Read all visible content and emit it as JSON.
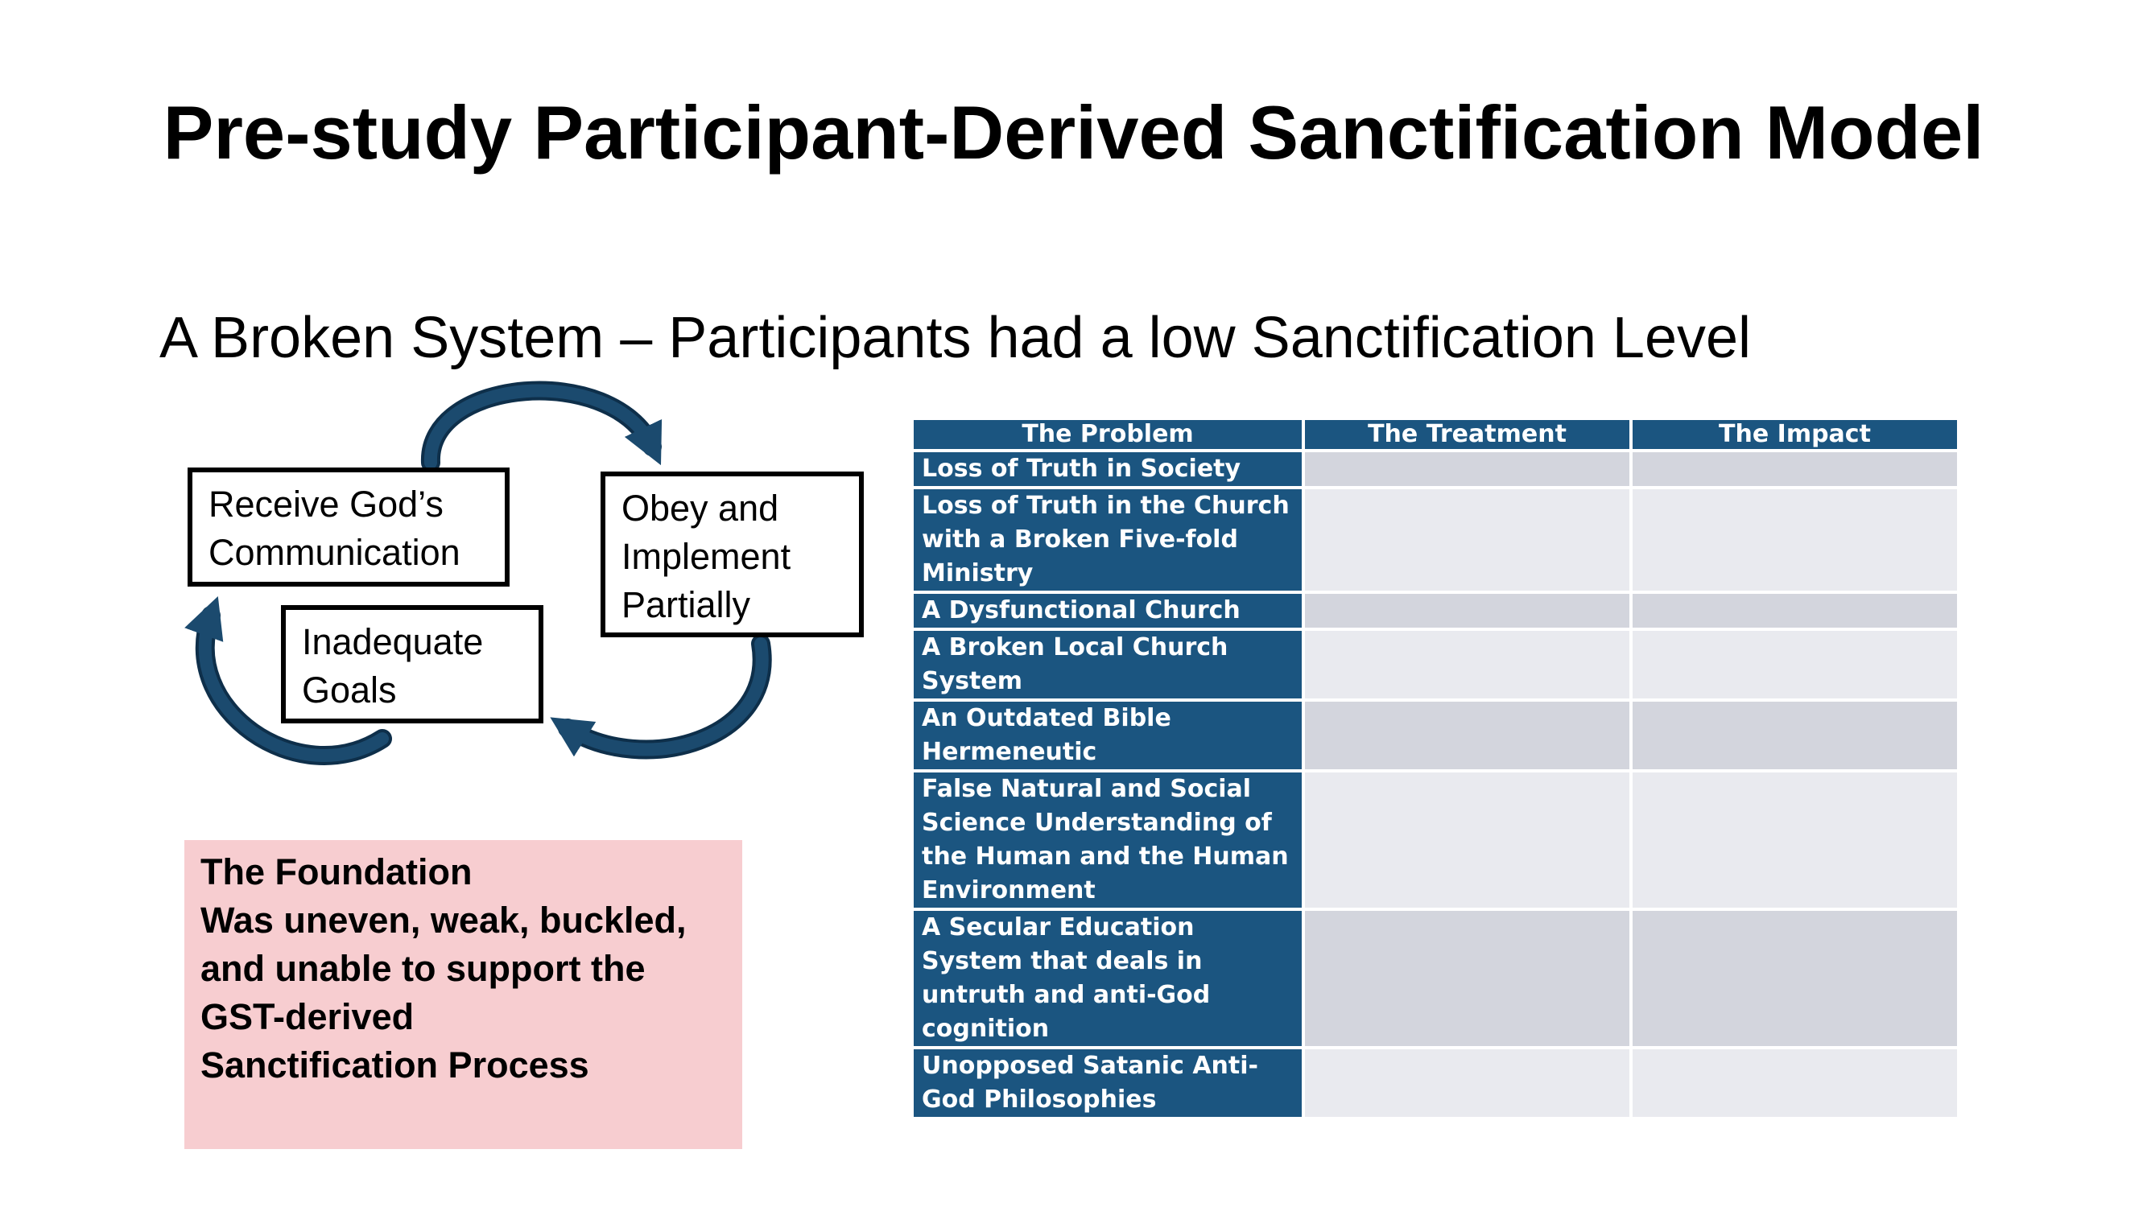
{
  "slide": {
    "title": "Pre-study Participant-Derived Sanctification Model",
    "subtitle": "A Broken System – Participants had a low Sanctification Level"
  },
  "cycle": {
    "boxes": [
      {
        "id": "receive",
        "text": "Receive God’s\nCommunication"
      },
      {
        "id": "obey",
        "text": "Obey and\nImplement\nPartially"
      },
      {
        "id": "goals",
        "text": "Inadequate\nGoals"
      }
    ],
    "arrow_color": "#1b4a6e"
  },
  "foundation": {
    "lines": [
      "The Foundation",
      "Was uneven, weak, buckled,",
      "and unable to support the",
      "GST-derived",
      "Sanctification Process"
    ],
    "color": "#f7cdd0"
  },
  "table": {
    "headers": [
      "The Problem",
      "The Treatment",
      "The Impact"
    ],
    "rows": [
      {
        "problem": "Loss of Truth in Society",
        "treatment": "",
        "impact": ""
      },
      {
        "problem": "Loss of Truth in the Church with a Broken Five-fold Ministry",
        "treatment": "",
        "impact": ""
      },
      {
        "problem": "A Dysfunctional Church",
        "treatment": "",
        "impact": ""
      },
      {
        "problem": "A Broken Local Church System",
        "treatment": "",
        "impact": ""
      },
      {
        "problem": "An Outdated Bible Hermeneutic",
        "treatment": "",
        "impact": ""
      },
      {
        "problem": "False Natural and Social Science Understanding of the Human and the Human Environment",
        "treatment": "",
        "impact": ""
      },
      {
        "problem": "A Secular Education System that deals in untruth and anti-God cognition",
        "treatment": "",
        "impact": ""
      },
      {
        "problem": "Unopposed Satanic Anti-God Philosophies",
        "treatment": "",
        "impact": ""
      }
    ],
    "header_color": "#1b5580"
  }
}
